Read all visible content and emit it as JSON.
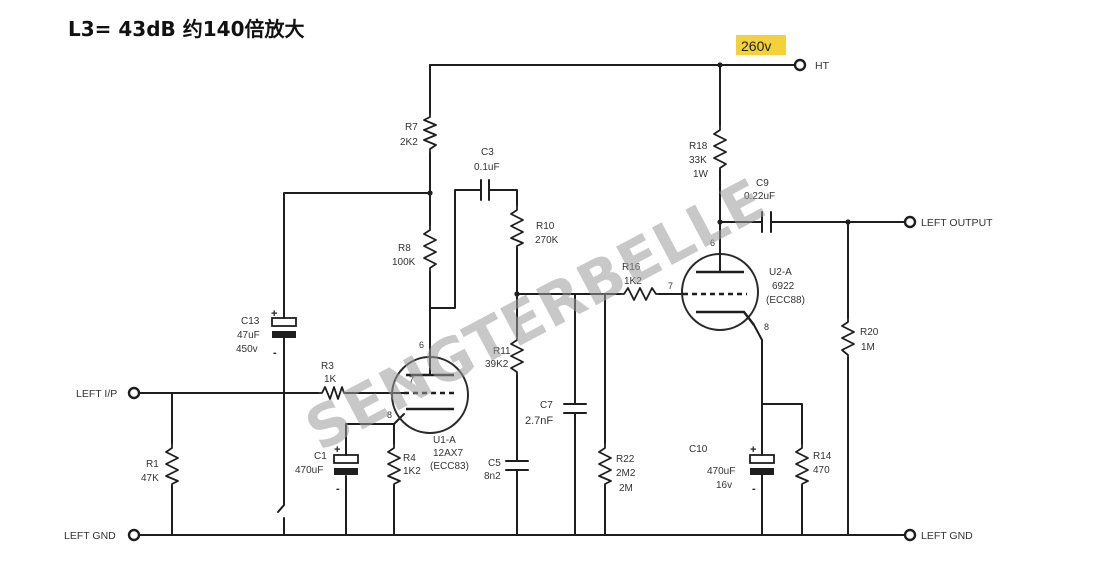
{
  "title": "L3= 43dB  约140倍放大",
  "supply": {
    "voltage": "260v",
    "highlight_color": "#f2d23a",
    "terminal": "HT"
  },
  "terminals": {
    "input": "LEFT I/P",
    "output": "LEFT OUTPUT",
    "gnd_left": "LEFT GND",
    "gnd_right": "LEFT GND"
  },
  "watermark": "SENGTERBELLE",
  "components": {
    "R7": {
      "ref": "R7",
      "value": "2K2"
    },
    "R8": {
      "ref": "R8",
      "value": "100K"
    },
    "C3": {
      "ref": "C3",
      "value": "0.1uF"
    },
    "R10": {
      "ref": "R10",
      "value": "270K"
    },
    "R18": {
      "ref": "R18",
      "value": "33K",
      "extra": "1W"
    },
    "C9": {
      "ref": "C9",
      "value": "0.22uF"
    },
    "C13": {
      "ref": "C13",
      "value": "47uF",
      "extra": "450v"
    },
    "R3": {
      "ref": "R3",
      "value": "1K"
    },
    "R11": {
      "ref": "R11",
      "value": "39K2"
    },
    "R16": {
      "ref": "R16",
      "value": "1K2"
    },
    "U1A": {
      "ref": "U1-A",
      "value": "12AX7",
      "extra": "(ECC83)"
    },
    "U2A": {
      "ref": "U2-A",
      "value": "6922",
      "extra": "(ECC88)"
    },
    "R20": {
      "ref": "R20",
      "value": "1M"
    },
    "R1": {
      "ref": "R1",
      "value": "47K"
    },
    "C1": {
      "ref": "C1",
      "value": "470uF"
    },
    "R4": {
      "ref": "R4",
      "value": "1K2"
    },
    "C7": {
      "ref": "C7",
      "value": "2.7nF"
    },
    "C5": {
      "ref": "C5",
      "value": "8n2"
    },
    "R22": {
      "ref": "R22",
      "value": "2M2",
      "extra": "2M"
    },
    "C10": {
      "ref": "C10",
      "value": "470uF",
      "extra": "16v"
    },
    "R14": {
      "ref": "R14",
      "value": "470"
    }
  },
  "pins": {
    "u1_plate": "6",
    "u1_grid": "7",
    "u1_cathode": "8",
    "u2_plate": "6",
    "u2_grid": "7",
    "u2_cathode": "8"
  },
  "polarity": {
    "plus": "+",
    "minus": "-"
  }
}
